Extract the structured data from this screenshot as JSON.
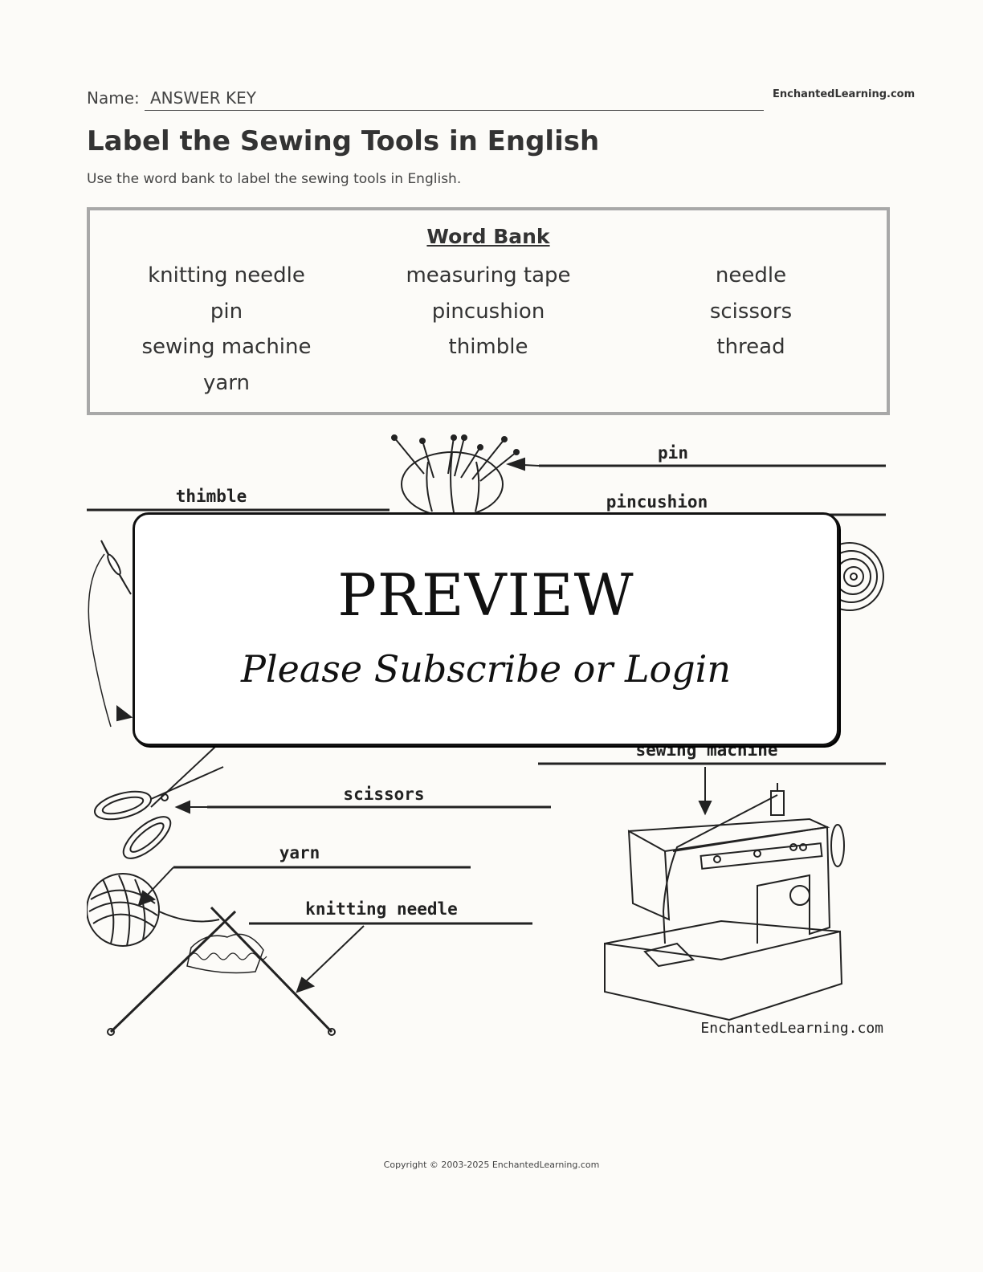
{
  "header": {
    "name_label": "Name:",
    "name_value": "ANSWER KEY",
    "brand": "EnchantedLearning.com"
  },
  "title": "Label the Sewing Tools in English",
  "instructions": "Use the word bank to label the sewing tools in English.",
  "word_bank": {
    "title": "Word Bank",
    "words": [
      "knitting needle",
      "measuring tape",
      "needle",
      "pin",
      "pincushion",
      "scissors",
      "sewing machine",
      "thimble",
      "thread",
      "yarn"
    ]
  },
  "diagram": {
    "labels": {
      "pin": "pin",
      "thimble": "thimble",
      "pincushion": "pincushion",
      "sewing_machine": "sewing machine",
      "scissors": "scissors",
      "yarn": "yarn",
      "knitting_needle": "knitting needle"
    },
    "brand": "EnchantedLearning.com"
  },
  "preview": {
    "title": "PREVIEW",
    "subtitle": "Please Subscribe or Login"
  },
  "footer": {
    "copyright": "Copyright © 2003-2025 EnchantedLearning.com"
  }
}
